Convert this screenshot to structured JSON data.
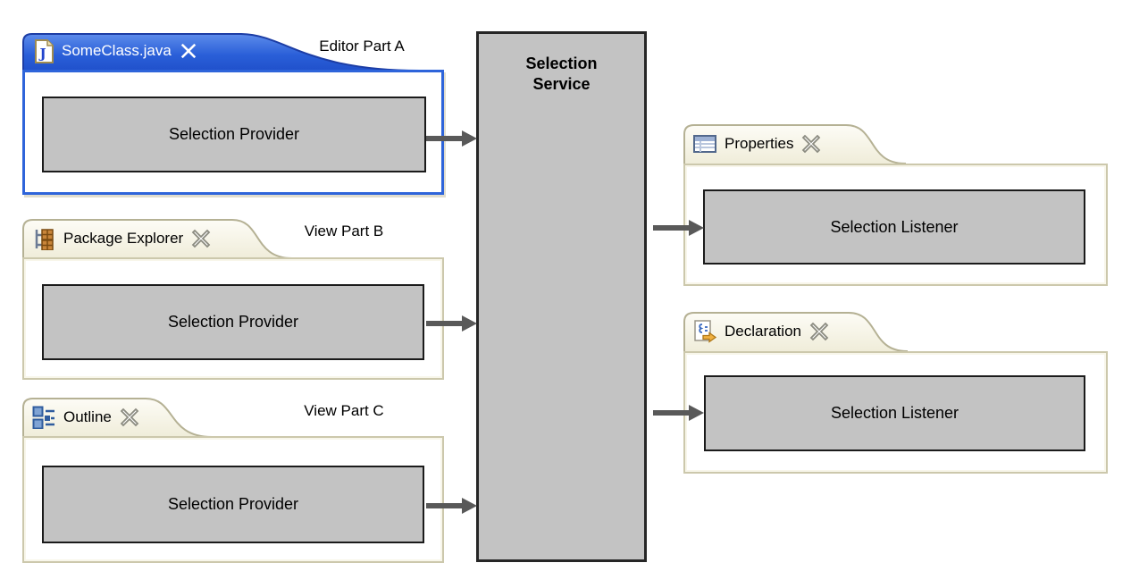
{
  "service": {
    "label_line1": "Selection",
    "label_line2": "Service"
  },
  "parts": [
    {
      "tab": "SomeClass.java",
      "annotation": "Editor Part A",
      "box": "Selection Provider",
      "icon": "java-file-icon",
      "close": "x"
    },
    {
      "tab": "Package Explorer",
      "annotation": "View Part B",
      "box": "Selection Provider",
      "icon": "package-explorer-icon",
      "close": "x"
    },
    {
      "tab": "Outline",
      "annotation": "View Part C",
      "box": "Selection Provider",
      "icon": "outline-icon",
      "close": "x"
    },
    {
      "tab": "Properties",
      "box": "Selection Listener",
      "icon": "properties-icon",
      "close": "x"
    },
    {
      "tab": "Declaration",
      "box": "Selection Listener",
      "icon": "declaration-icon",
      "close": "x"
    }
  ],
  "colors": {
    "editor_tab_blue": "#2a5fd8",
    "editor_border_blue": "#2e64da",
    "view_tab_cream": "#f1eeda",
    "view_border_tan": "#ccc8ac",
    "box_fill_gray": "#c3c3c3",
    "box_border": "#1b1b1b",
    "arrow_gray": "#595959"
  }
}
